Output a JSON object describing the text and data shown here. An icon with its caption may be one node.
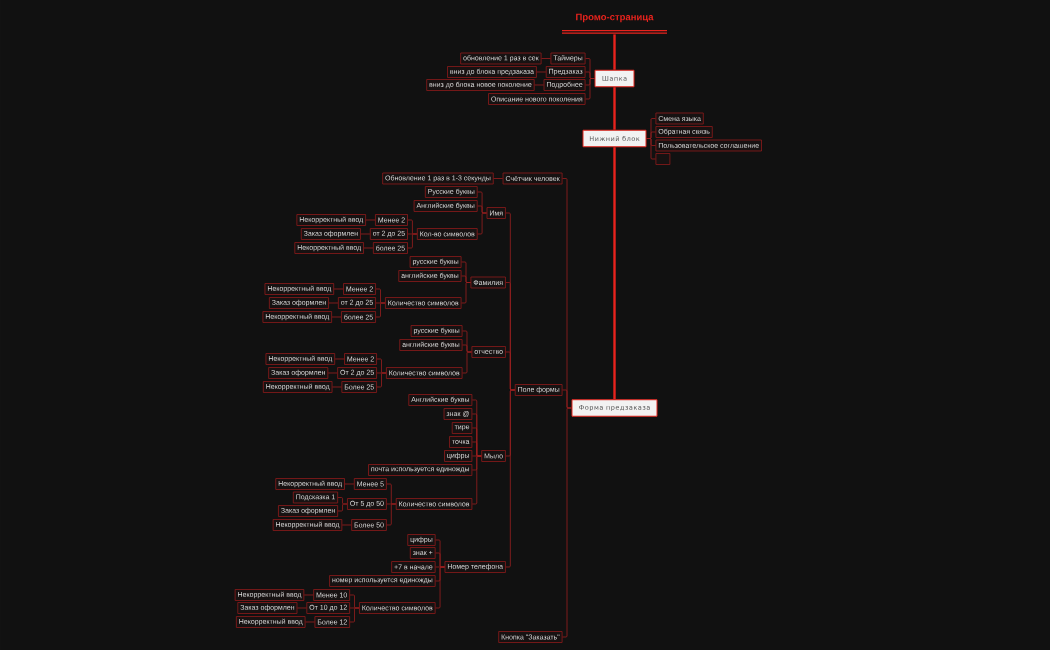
{
  "diagram": {
    "nodes": [
      {
        "text": [
          "Промо-страница"
        ]
      },
      {
        "text": [
          "Шапка"
        ]
      },
      {
        "text": [
          "Таймеры"
        ]
      },
      {
        "text": [
          "обновление 1 раз в сек"
        ]
      },
      {
        "text": [
          "Предзаказ"
        ]
      },
      {
        "text": [
          "вниз до блока предзаказа"
        ]
      },
      {
        "text": [
          "Подробнее"
        ]
      },
      {
        "text": [
          "вниз до блока новое поколение"
        ]
      },
      {
        "text": [
          "Описание нового поколения"
        ]
      },
      {
        "text": [
          "Нижний блок"
        ]
      },
      {
        "text": [
          "Смена языка"
        ]
      },
      {
        "text": [
          "Обратная связь"
        ]
      },
      {
        "text": [
          "Пользовательское соглашение"
        ]
      },
      {
        "text": [],
        "shape": "box"
      },
      {
        "text": [
          "Форма предзаказа"
        ]
      },
      {
        "text": [
          "Счётчик человек"
        ]
      },
      {
        "text": [
          "Обновление 1 раз в 1-3 секунды"
        ]
      },
      {
        "text": [
          "Поле формы"
        ]
      },
      {
        "text": [
          "Имя"
        ]
      },
      {
        "text": [
          "Русские буквы"
        ]
      },
      {
        "text": [
          "Английские буквы"
        ]
      },
      {
        "text": [
          "Кол-во символов"
        ]
      },
      {
        "text": [
          "Менее 2"
        ]
      },
      {
        "text": [
          "Некорректный ввод"
        ]
      },
      {
        "text": [
          "от 2 до 25"
        ]
      },
      {
        "text": [
          "Заказ оформлен"
        ]
      },
      {
        "text": [
          "более 25"
        ]
      },
      {
        "text": [
          "Некорректный ввод"
        ]
      },
      {
        "text": [
          "Фамилия"
        ]
      },
      {
        "text": [
          "русские буквы"
        ]
      },
      {
        "text": [
          "английские буквы"
        ]
      },
      {
        "text": [
          "Количество символов"
        ]
      },
      {
        "text": [
          "Менее 2"
        ]
      },
      {
        "text": [
          "Некорректный ввод"
        ]
      },
      {
        "text": [
          "от 2 до 25"
        ]
      },
      {
        "text": [
          "Заказ оформлен"
        ]
      },
      {
        "text": [
          "более 25"
        ]
      },
      {
        "text": [
          "Некорректный ввод"
        ]
      },
      {
        "text": [
          "отчество"
        ]
      },
      {
        "text": [
          "русские буквы"
        ]
      },
      {
        "text": [
          "английские буквы"
        ]
      },
      {
        "text": [
          "Количество символов"
        ]
      },
      {
        "text": [
          "Менее 2"
        ]
      },
      {
        "text": [
          "Некорректный ввод"
        ]
      },
      {
        "text": [
          "От 2 до 25"
        ]
      },
      {
        "text": [
          "Заказ оформлен"
        ]
      },
      {
        "text": [
          "Более 25"
        ]
      },
      {
        "text": [
          "Некорректный ввод"
        ]
      },
      {
        "text": [
          "Мыло"
        ]
      },
      {
        "text": [
          "Английские буквы"
        ]
      },
      {
        "text": [
          "знак @"
        ]
      },
      {
        "text": [
          "тире"
        ]
      },
      {
        "text": [
          "точка"
        ]
      },
      {
        "text": [
          "цифры"
        ]
      },
      {
        "text": [
          "почта используется единожды"
        ]
      },
      {
        "text": [
          "Количество символов"
        ]
      },
      {
        "text": [
          "Менее 5"
        ]
      },
      {
        "text": [
          "Некорректный ввод"
        ]
      },
      {
        "text": [
          "От 5 до 50"
        ]
      },
      {
        "text": [
          "Подсказка 1"
        ]
      },
      {
        "text": [
          "Заказ оформлен"
        ]
      },
      {
        "text": [
          "Более 50"
        ]
      },
      {
        "text": [
          "Некорректный ввод"
        ]
      },
      {
        "text": [
          "Номер телефона"
        ]
      },
      {
        "text": [
          "цифры"
        ]
      },
      {
        "text": [
          "знак +"
        ]
      },
      {
        "text": [
          "+7 в начале"
        ]
      },
      {
        "text": [
          "номер используется единожды"
        ]
      },
      {
        "text": [
          "Количество символов"
        ]
      },
      {
        "text": [
          "Менее 10"
        ]
      },
      {
        "text": [
          "Некорректный ввод"
        ]
      },
      {
        "text": [
          "От 10 до 12"
        ]
      },
      {
        "text": [
          "Заказ оформлен"
        ]
      },
      {
        "text": [
          "Более 12"
        ]
      },
      {
        "text": [
          "Некорректный ввод"
        ]
      },
      {
        "text": [
          "Кнопка \"Заказать\""
        ]
      }
    ],
    "edges": [
      {
        "from": 0,
        "to": 1,
        "arrow": "none",
        "style": "thick",
        "color": "#e8231d"
      },
      {
        "from": 1,
        "to": 9,
        "arrow": "none",
        "style": "thick",
        "color": "#e8231d"
      },
      {
        "from": 9,
        "to": 14,
        "arrow": "none",
        "style": "thick",
        "color": "#e8231d"
      },
      {
        "from": 1,
        "to": 2,
        "arrow": "none"
      },
      {
        "from": 2,
        "to": 3,
        "arrow": "none"
      },
      {
        "from": 1,
        "to": 4,
        "arrow": "none"
      },
      {
        "from": 4,
        "to": 5,
        "arrow": "none"
      },
      {
        "from": 1,
        "to": 6,
        "arrow": "none"
      },
      {
        "from": 6,
        "to": 7,
        "arrow": "none"
      },
      {
        "from": 1,
        "to": 8,
        "arrow": "none"
      },
      {
        "from": 9,
        "to": 10,
        "arrow": "none"
      },
      {
        "from": 9,
        "to": 11,
        "arrow": "none"
      },
      {
        "from": 9,
        "to": 12,
        "arrow": "none"
      },
      {
        "from": 9,
        "to": 13,
        "arrow": "none"
      },
      {
        "from": 14,
        "to": 15,
        "arrow": "none"
      },
      {
        "from": 15,
        "to": 16,
        "arrow": "none"
      },
      {
        "from": 14,
        "to": 17,
        "arrow": "none"
      },
      {
        "from": 14,
        "to": 75,
        "arrow": "none"
      },
      {
        "from": 17,
        "to": 18,
        "arrow": "none"
      },
      {
        "from": 18,
        "to": 19,
        "arrow": "none"
      },
      {
        "from": 18,
        "to": 20,
        "arrow": "none"
      },
      {
        "from": 18,
        "to": 21,
        "arrow": "none"
      },
      {
        "from": 21,
        "to": 22,
        "arrow": "none"
      },
      {
        "from": 22,
        "to": 23,
        "arrow": "none"
      },
      {
        "from": 21,
        "to": 24,
        "arrow": "none"
      },
      {
        "from": 24,
        "to": 25,
        "arrow": "none"
      },
      {
        "from": 21,
        "to": 26,
        "arrow": "none"
      },
      {
        "from": 26,
        "to": 27,
        "arrow": "none"
      },
      {
        "from": 17,
        "to": 28,
        "arrow": "none"
      },
      {
        "from": 28,
        "to": 29,
        "arrow": "none"
      },
      {
        "from": 28,
        "to": 30,
        "arrow": "none"
      },
      {
        "from": 28,
        "to": 31,
        "arrow": "none"
      },
      {
        "from": 31,
        "to": 32,
        "arrow": "none"
      },
      {
        "from": 32,
        "to": 33,
        "arrow": "none"
      },
      {
        "from": 31,
        "to": 34,
        "arrow": "none"
      },
      {
        "from": 34,
        "to": 35,
        "arrow": "none"
      },
      {
        "from": 31,
        "to": 36,
        "arrow": "none"
      },
      {
        "from": 36,
        "to": 37,
        "arrow": "none"
      },
      {
        "from": 17,
        "to": 38,
        "arrow": "none"
      },
      {
        "from": 38,
        "to": 39,
        "arrow": "none"
      },
      {
        "from": 38,
        "to": 40,
        "arrow": "none"
      },
      {
        "from": 38,
        "to": 41,
        "arrow": "none"
      },
      {
        "from": 41,
        "to": 42,
        "arrow": "none"
      },
      {
        "from": 42,
        "to": 43,
        "arrow": "none"
      },
      {
        "from": 41,
        "to": 44,
        "arrow": "none"
      },
      {
        "from": 44,
        "to": 45,
        "arrow": "none"
      },
      {
        "from": 41,
        "to": 46,
        "arrow": "none"
      },
      {
        "from": 46,
        "to": 47,
        "arrow": "none"
      },
      {
        "from": 17,
        "to": 48,
        "arrow": "none"
      },
      {
        "from": 48,
        "to": 49,
        "arrow": "none"
      },
      {
        "from": 48,
        "to": 50,
        "arrow": "none"
      },
      {
        "from": 48,
        "to": 51,
        "arrow": "none"
      },
      {
        "from": 48,
        "to": 52,
        "arrow": "none"
      },
      {
        "from": 48,
        "to": 53,
        "arrow": "none"
      },
      {
        "from": 48,
        "to": 54,
        "arrow": "none"
      },
      {
        "from": 48,
        "to": 55,
        "arrow": "none"
      },
      {
        "from": 55,
        "to": 56,
        "arrow": "none"
      },
      {
        "from": 56,
        "to": 57,
        "arrow": "none"
      },
      {
        "from": 55,
        "to": 58,
        "arrow": "none"
      },
      {
        "from": 58,
        "to": 59,
        "arrow": "none"
      },
      {
        "from": 58,
        "to": 60,
        "arrow": "none"
      },
      {
        "from": 55,
        "to": 61,
        "arrow": "none"
      },
      {
        "from": 61,
        "to": 62,
        "arrow": "none"
      },
      {
        "from": 17,
        "to": 63,
        "arrow": "none"
      },
      {
        "from": 63,
        "to": 64,
        "arrow": "none"
      },
      {
        "from": 63,
        "to": 65,
        "arrow": "none"
      },
      {
        "from": 63,
        "to": 66,
        "arrow": "none"
      },
      {
        "from": 63,
        "to": 67,
        "arrow": "none"
      },
      {
        "from": 63,
        "to": 68,
        "arrow": "none"
      },
      {
        "from": 68,
        "to": 69,
        "arrow": "none"
      },
      {
        "from": 69,
        "to": 70,
        "arrow": "none"
      },
      {
        "from": 68,
        "to": 71,
        "arrow": "none"
      },
      {
        "from": 71,
        "to": 72,
        "arrow": "none"
      },
      {
        "from": 68,
        "to": 73,
        "arrow": "none"
      },
      {
        "from": 73,
        "to": 74,
        "arrow": "none"
      }
    ]
  }
}
